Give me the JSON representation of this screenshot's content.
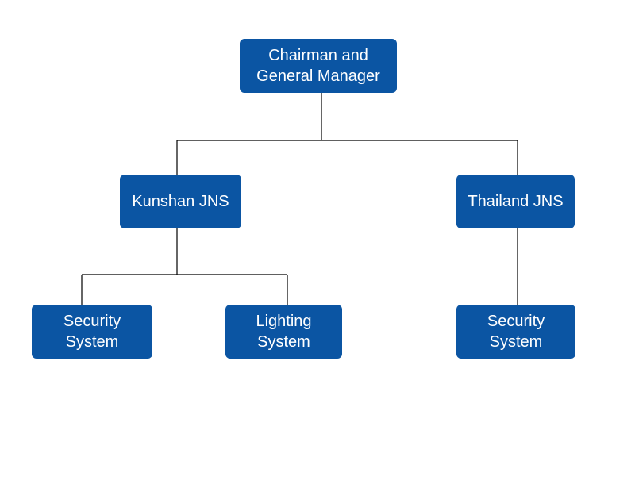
{
  "org_chart": {
    "colors": {
      "node_fill": "#0b55a3",
      "node_text": "#ffffff",
      "connector": "#000000"
    },
    "root": {
      "label": "Chairman and\nGeneral Manager"
    },
    "divisions": [
      {
        "label": "Kunshan JNS",
        "units": [
          {
            "label": "Security\nSystem"
          },
          {
            "label": "Lighting\nSystem"
          }
        ]
      },
      {
        "label": "Thailand JNS",
        "units": [
          {
            "label": "Security\nSystem"
          }
        ]
      }
    ]
  }
}
